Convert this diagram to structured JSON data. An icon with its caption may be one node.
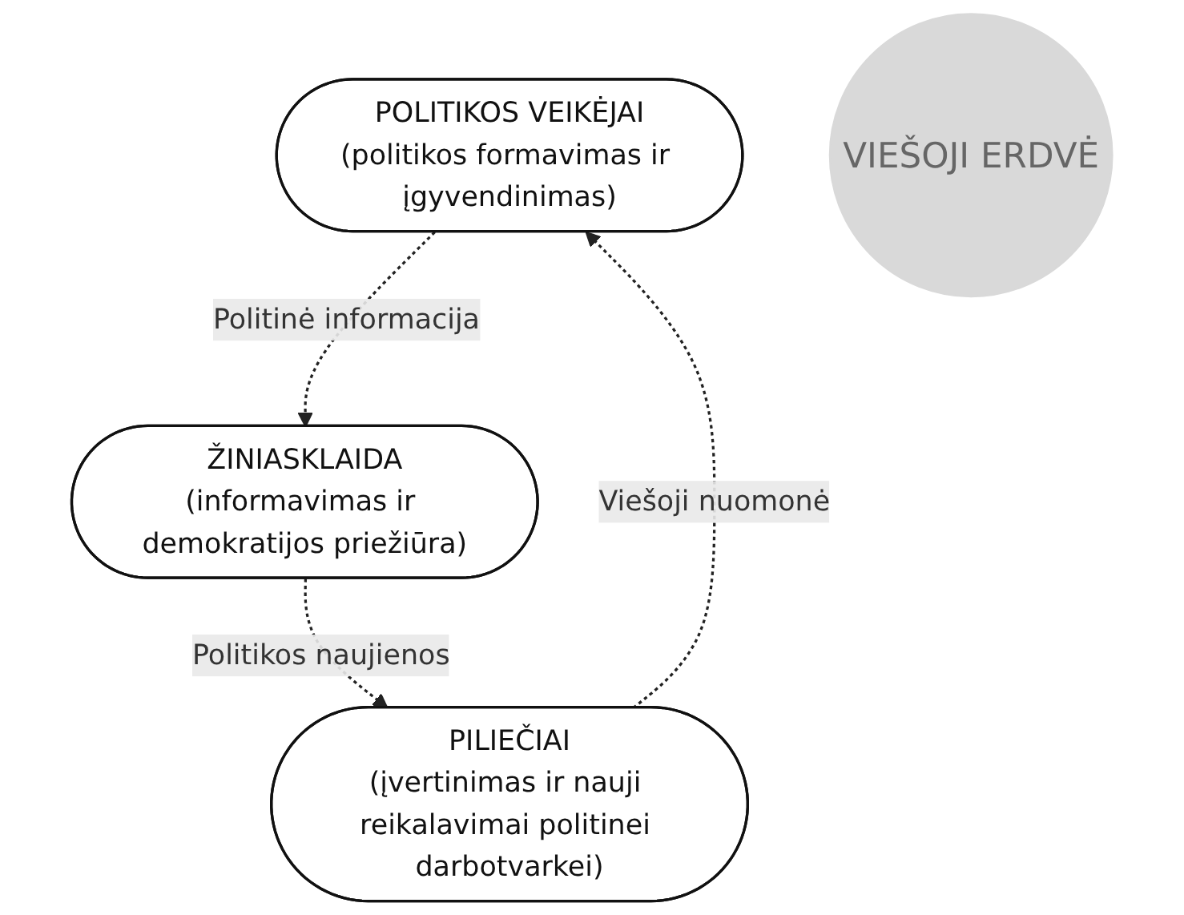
{
  "diagram": {
    "nodes": [
      {
        "text": [
          "POLITIKOS VEIKĖJAI",
          "(politikos formavimas ir įgyvendinimas)"
        ]
      },
      {
        "text": [
          "ŽINIASKLAIDA",
          "(informavimas ir demokratijos priežiūra)"
        ]
      },
      {
        "text": [
          "PILIEČIAI",
          "(įvertinimas ir nauji reikalavimai politinei darbotvarkei)"
        ]
      },
      {
        "text": [
          "VIEŠOJI ERDVĖ"
        ]
      }
    ],
    "edges": [
      {
        "from": 0,
        "to": 1,
        "arrow": "to",
        "label": "Politinė informacija",
        "style": "dashed"
      },
      {
        "from": 1,
        "to": 2,
        "arrow": "to",
        "label": "Politikos naujienos",
        "style": "dashed"
      },
      {
        "from": 2,
        "to": 0,
        "arrow": "to",
        "label": "Viešoji nuomonė",
        "style": "dashed"
      }
    ]
  }
}
